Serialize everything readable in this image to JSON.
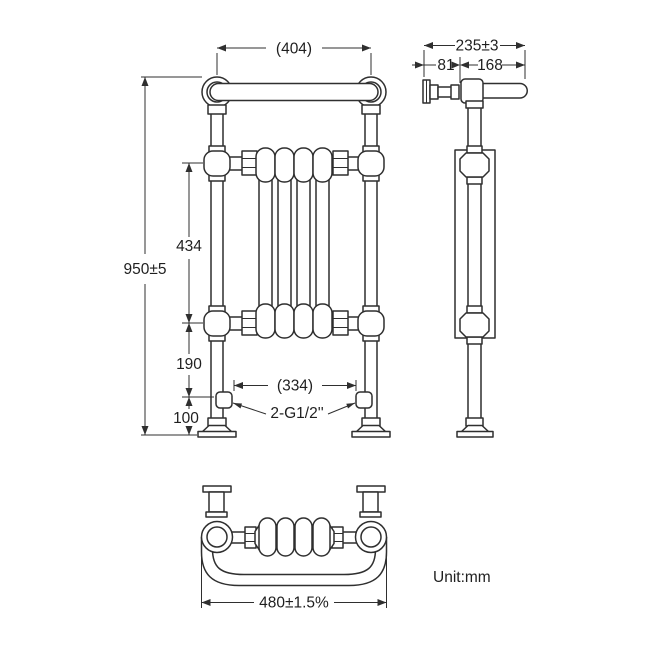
{
  "labels": {
    "front_top_width": "(404)",
    "front_overall_height": "950±5",
    "front_radiator_height": "434",
    "front_lower_span": "190",
    "front_base_span": "100",
    "front_valve_spacing": "(334)",
    "front_thread": "2-G1/2''",
    "side_overall_depth": "235±3",
    "side_wall_offset": "81",
    "side_rail_length": "168",
    "plan_overall_width": "480±1.5%",
    "unit_note": "Unit:mm"
  },
  "colors": {
    "line": "#2f2f2f",
    "text": "#1f1f1f",
    "background": "#ffffff"
  }
}
